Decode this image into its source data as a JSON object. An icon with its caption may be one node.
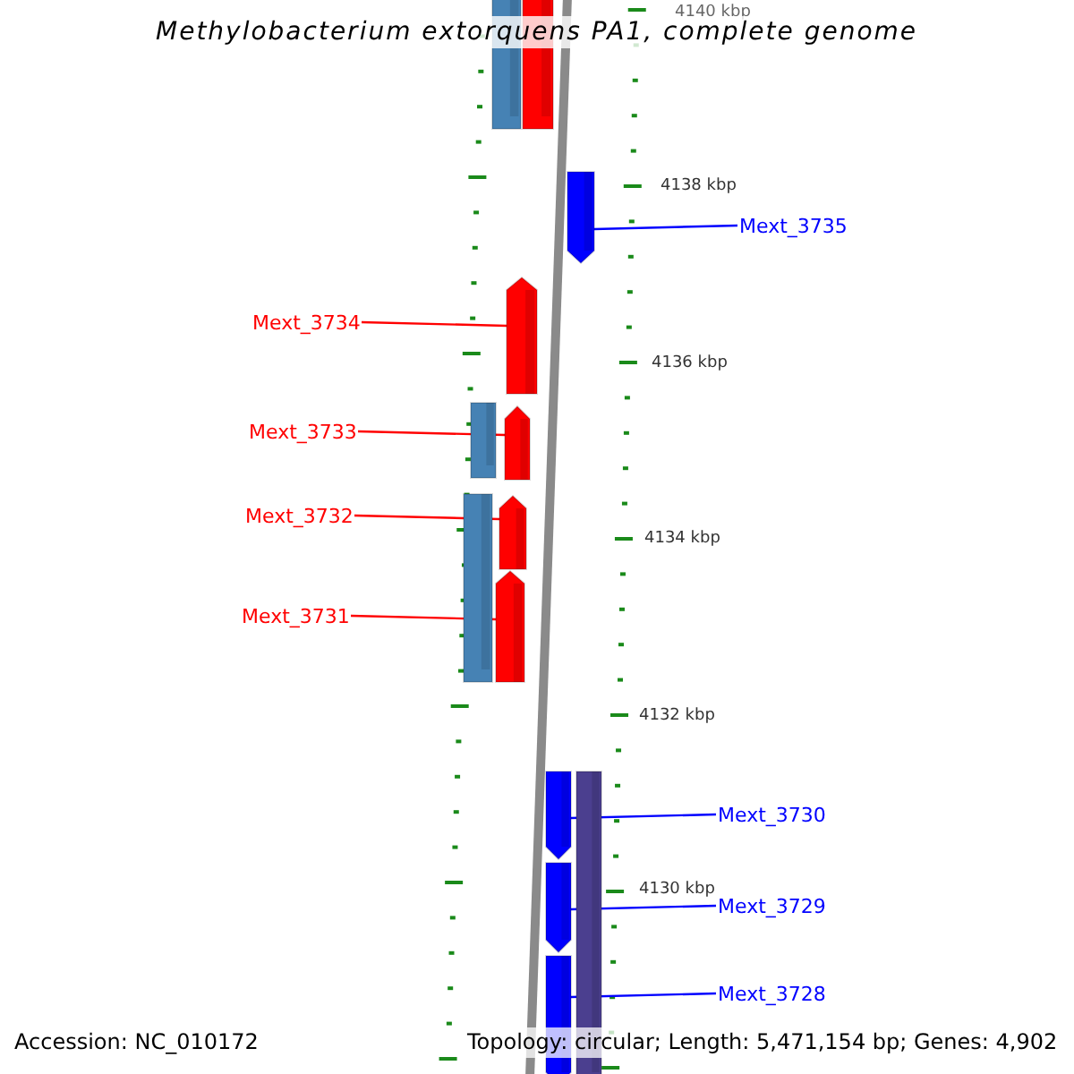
{
  "diagram": {
    "title": "Methylobacterium extorquens PA1, complete genome",
    "nodes": [
      {
        "text": [],
        "shape": "bar"
      },
      {
        "text": [],
        "shape": "bar"
      },
      {
        "text": [],
        "shape": "arrow"
      },
      {
        "text": [
          "Mext_3735"
        ]
      },
      {
        "text": [
          "Mext_3734"
        ]
      },
      {
        "text": [],
        "shape": "arrow"
      },
      {
        "text": [
          "Mext_3733"
        ]
      },
      {
        "text": [],
        "shape": "bar"
      },
      {
        "text": [],
        "shape": "arrow"
      },
      {
        "text": [
          "Mext_3732"
        ]
      },
      {
        "text": [],
        "shape": "bar"
      },
      {
        "text": [],
        "shape": "arrow"
      },
      {
        "text": [
          "Mext_3731"
        ]
      },
      {
        "text": [],
        "shape": "arrow"
      },
      {
        "text": [],
        "shape": "arrow"
      },
      {
        "text": [],
        "shape": "bar"
      },
      {
        "text": [
          "Mext_3730"
        ]
      },
      {
        "text": [],
        "shape": "arrow"
      },
      {
        "text": [
          "Mext_3729"
        ]
      },
      {
        "text": [],
        "shape": "arrow"
      },
      {
        "text": [
          "Mext_3728"
        ]
      }
    ],
    "edges": [
      {
        "from": 3,
        "to": 2,
        "arrow": "none",
        "color": "#0000ff"
      },
      {
        "from": 4,
        "to": 5,
        "arrow": "none",
        "color": "#ff0000"
      },
      {
        "from": 6,
        "to": 8,
        "arrow": "none",
        "color": "#ff0000"
      },
      {
        "from": 9,
        "to": 11,
        "arrow": "none",
        "color": "#ff0000"
      },
      {
        "from": 12,
        "to": 13,
        "arrow": "none",
        "color": "#ff0000"
      },
      {
        "from": 16,
        "to": 14,
        "arrow": "none",
        "color": "#0000ff"
      },
      {
        "from": 18,
        "to": 17,
        "arrow": "none",
        "color": "#0000ff"
      },
      {
        "from": 20,
        "to": 19,
        "arrow": "none",
        "color": "#0000ff"
      }
    ],
    "labels": [
      "4140 kbp",
      "4138 kbp",
      "4136 kbp",
      "4134 kbp",
      "4132 kbp",
      "4130 kbp",
      "Accession: NC_010172",
      "Topology: circular; Length: 5,471,154 bp; Genes: 4,902"
    ]
  }
}
